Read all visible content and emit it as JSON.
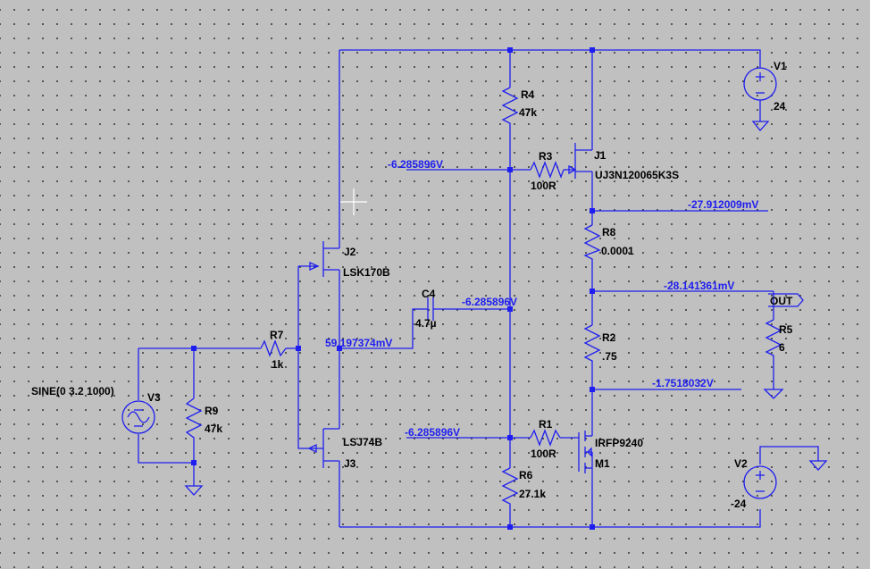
{
  "components": {
    "V1": {
      "name": "V1",
      "value": "24"
    },
    "V2": {
      "name": "V2",
      "value": "-24"
    },
    "V3": {
      "name": "V3",
      "value": "SINE(0 3.2 1000)"
    },
    "R1": {
      "name": "R1",
      "value": "100R"
    },
    "R2": {
      "name": "R2",
      "value": ".75"
    },
    "R3": {
      "name": "R3",
      "value": "100R"
    },
    "R4": {
      "name": "R4",
      "value": "47k"
    },
    "R5": {
      "name": "R5",
      "value": "6"
    },
    "R6": {
      "name": "R6",
      "value": "27.1k"
    },
    "R7": {
      "name": "R7",
      "value": "1k"
    },
    "R8": {
      "name": "R8",
      "value": "0.0001"
    },
    "R9": {
      "name": "R9",
      "value": "47k"
    },
    "C4": {
      "name": "C4",
      "value": "4.7µ"
    },
    "J1": {
      "name": "J1",
      "value": "UJ3N120065K3S"
    },
    "J2": {
      "name": "J2",
      "value": "LSK170B"
    },
    "J3": {
      "name": "J3",
      "value": "LSJ74B"
    },
    "M1": {
      "name": "M1",
      "value": "IRFP9240"
    }
  },
  "net_labels": {
    "n1": "-6.285896V",
    "n2": "-6.285896V",
    "n3": "-6.285896V",
    "n4": "59.197374mV",
    "n5": "-27.912009mV",
    "n6": "-28.141361mV",
    "n7": "-1.7518032V"
  },
  "ports": {
    "out": "OUT"
  },
  "colors": {
    "background": "#c0c0c0",
    "wire": "#1e1ef0",
    "label": "#000000",
    "net_label": "#1e1ef0"
  }
}
